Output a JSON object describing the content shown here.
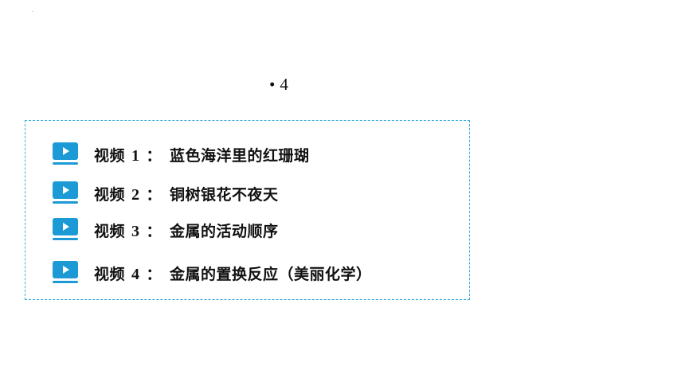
{
  "slide": {
    "corner_mark": "·",
    "bullet_symbol": "•",
    "bullet_text": "4"
  },
  "icons": {
    "video": "video-play-icon",
    "color": "#1b9ad6"
  },
  "videos": [
    {
      "prefix": "视频",
      "number": "1",
      "separator": "：",
      "title": "蓝色海洋里的红珊瑚"
    },
    {
      "prefix": "视频",
      "number": "2",
      "separator": "：",
      "title": "铜树银花不夜天"
    },
    {
      "prefix": "视频",
      "number": "3",
      "separator": "：",
      "title": "金属的活动顺序"
    },
    {
      "prefix": "视频",
      "number": "4",
      "separator": "：",
      "title": "金属的置换反应（美丽化学）"
    }
  ]
}
